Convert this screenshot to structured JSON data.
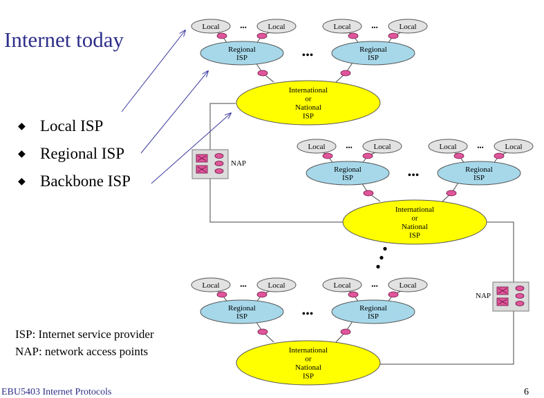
{
  "slide": {
    "title": "Internet today",
    "bullets": [
      {
        "text": "Local ISP"
      },
      {
        "text": "Regional ISP"
      },
      {
        "text": "Backbone ISP"
      }
    ],
    "definitions": [
      "ISP: Internet service provider",
      "NAP: network access points"
    ],
    "footer": "EBU5403 Internet Protocols",
    "page_number": "6"
  },
  "diagram": {
    "local_label": "Local",
    "regional_label": [
      "Regional",
      "ISP"
    ],
    "backbone_label": [
      "International",
      "or",
      "National",
      "ISP"
    ],
    "nap_label": "NAP",
    "ellipsis": "•••",
    "colors": {
      "local_fill": "#e2e2e2",
      "regional_fill": "#a6d8ea",
      "backbone_fill": "#ffff00",
      "router_fill": "#e0559b",
      "nap_fill": "#dcdcdc",
      "title_text": "#2d2d8a"
    }
  }
}
